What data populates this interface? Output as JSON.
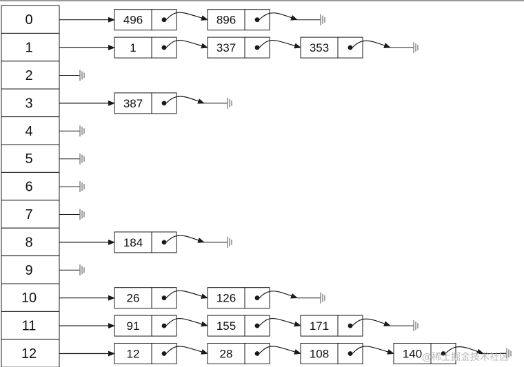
{
  "buckets": [
    {
      "index": "0",
      "chain": [
        "496",
        "896"
      ]
    },
    {
      "index": "1",
      "chain": [
        "1",
        "337",
        "353"
      ]
    },
    {
      "index": "2",
      "chain": []
    },
    {
      "index": "3",
      "chain": [
        "387"
      ]
    },
    {
      "index": "4",
      "chain": []
    },
    {
      "index": "5",
      "chain": []
    },
    {
      "index": "6",
      "chain": []
    },
    {
      "index": "7",
      "chain": []
    },
    {
      "index": "8",
      "chain": [
        "184"
      ]
    },
    {
      "index": "9",
      "chain": []
    },
    {
      "index": "10",
      "chain": [
        "26",
        "126"
      ]
    },
    {
      "index": "11",
      "chain": [
        "91",
        "155",
        "171"
      ]
    },
    {
      "index": "12",
      "chain": [
        "12",
        "28",
        "108",
        "140"
      ]
    }
  ],
  "watermark": "@稀土掘金技术社区",
  "colors": {
    "stroke": "#1a1a1a",
    "ground": "#777777",
    "background": "#ffffff"
  }
}
